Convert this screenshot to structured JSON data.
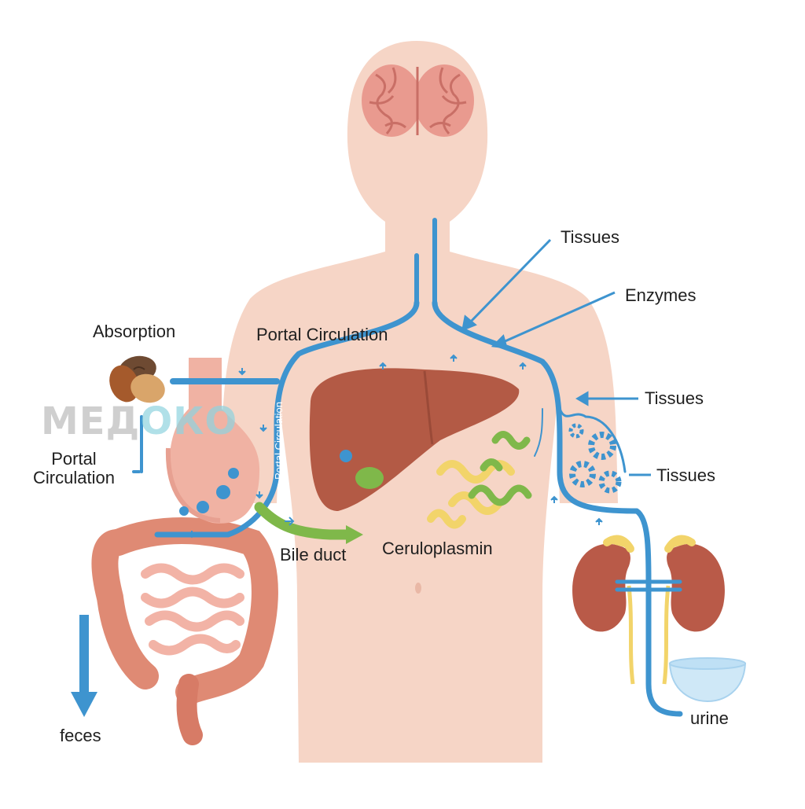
{
  "labels": {
    "absorption": "Absorption",
    "portal_circulation_top": "Portal Circulation",
    "portal_circulation_left_line1": "Portal",
    "portal_circulation_left_line2": "Circulation",
    "portal_circulation_vertical": "Portal Circulation",
    "tissues_top": "Tissues",
    "enzymes": "Enzymes",
    "tissues_mid": "Tissues",
    "tissues_lower": "Tissues",
    "bile_duct": "Bile duct",
    "ceruloplasmin": "Ceruloplasmin",
    "feces": "feces",
    "urine": "urine"
  },
  "watermark": {
    "part1": "МЕД",
    "part2": "ОКО"
  },
  "colors": {
    "skin": "#f6d5c6",
    "vessel": "#3e94cf",
    "liver": "#b35a45",
    "gallbladder": "#7fb84a",
    "intestine": "#df8a74",
    "kidney": "#b95a48",
    "adrenal": "#f2d46a",
    "brain": "#e99a8f",
    "gear": "#3e94cf"
  }
}
